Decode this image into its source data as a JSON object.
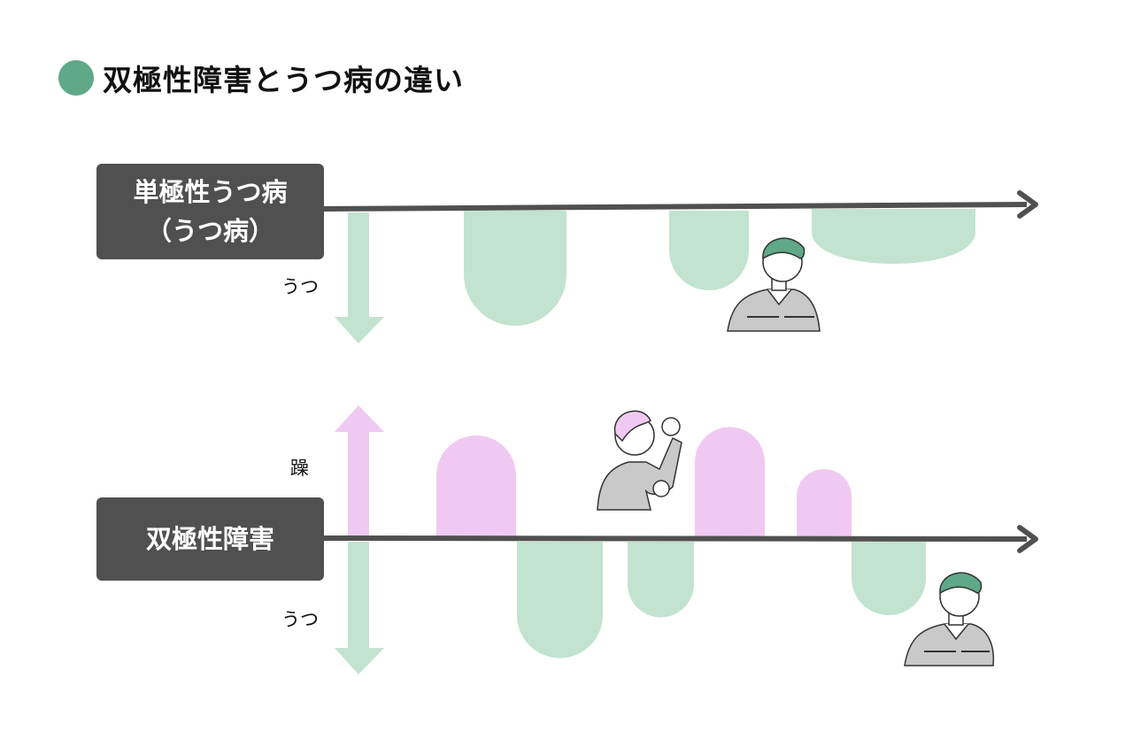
{
  "title": "双極性障害とうつ病の違い",
  "colors": {
    "accent": "#5fa888",
    "box": "#505050",
    "depression": "#c2e3d0",
    "mania": "#f0c9f2",
    "axis": "#505050"
  },
  "unipolar": {
    "label_line1": "単極性うつ病",
    "label_line2": "（うつ病）",
    "down_label": "うつ"
  },
  "bipolar": {
    "label": "双極性障害",
    "up_label": "躁",
    "down_label": "うつ"
  }
}
